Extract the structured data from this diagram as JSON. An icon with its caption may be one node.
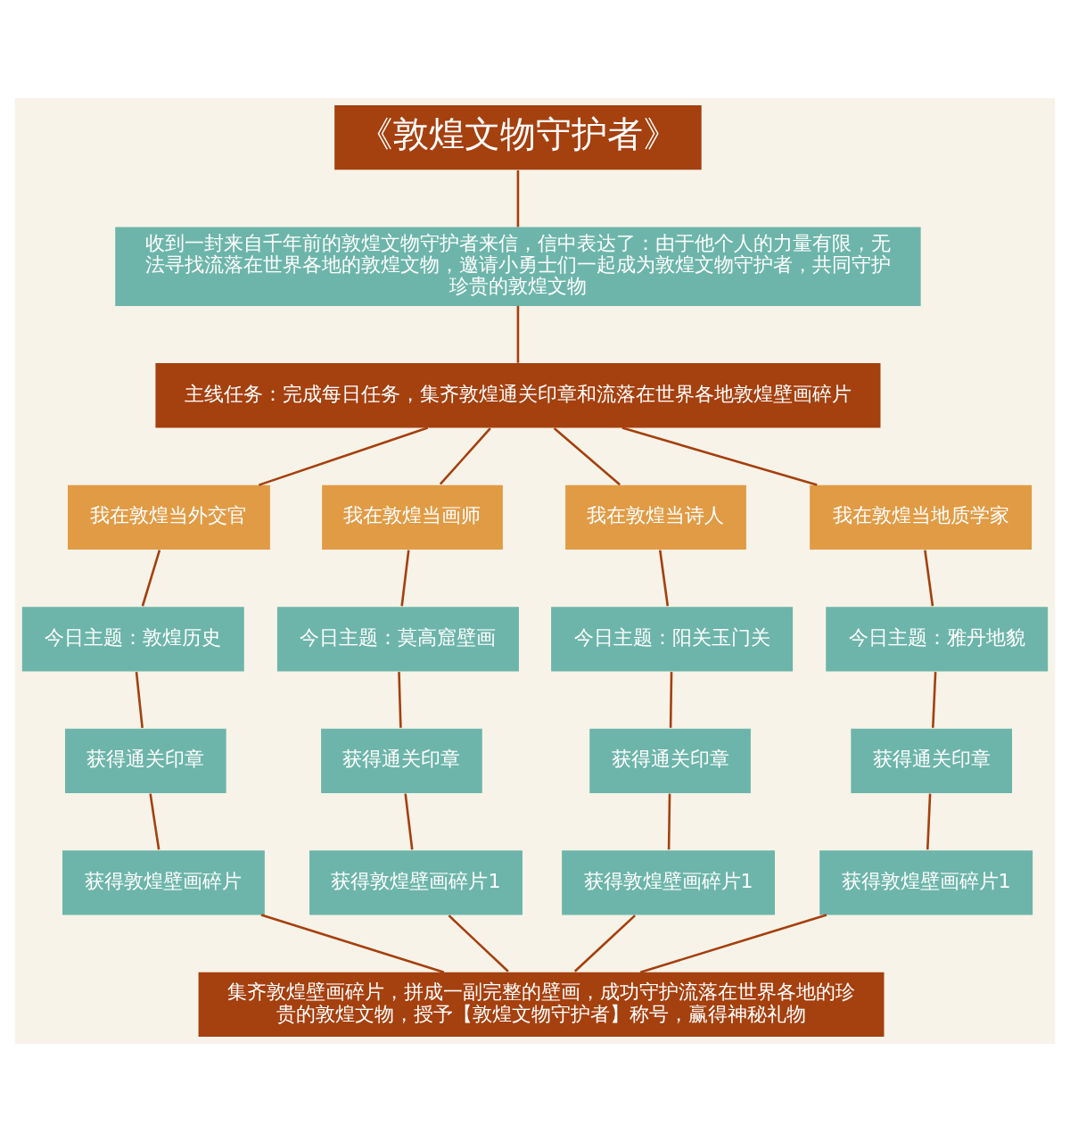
{
  "diagram": {
    "nodes": [
      {
        "text": [
          "《敦煌文物守护者》"
        ]
      },
      {
        "text": [
          "收到一封来自千年前的敦煌文物守护者来信，信中表达了：由于他个人的力量有限，无法寻找流落在世界各地的敦煌文物，邀请小勇士们一起成为敦煌文物守护者，共同守护珍贵的敦煌文物"
        ]
      },
      {
        "text": [
          "主线任务：完成每日任务，集齐敦煌通关印章和流落在世界各地敦煌壁画碎片"
        ]
      },
      {
        "text": [
          "我在敦煌当外交官"
        ]
      },
      {
        "text": [
          "我在敦煌当画师"
        ]
      },
      {
        "text": [
          "我在敦煌当诗人"
        ]
      },
      {
        "text": [
          "我在敦煌当地质学家"
        ]
      },
      {
        "text": [
          "今日主题：敦煌历史"
        ]
      },
      {
        "text": [
          "今日主题：莫高窟壁画"
        ]
      },
      {
        "text": [
          "今日主题：阳关玉门关"
        ]
      },
      {
        "text": [
          "今日主题：雅丹地貌"
        ]
      },
      {
        "text": [
          "获得通关印章"
        ]
      },
      {
        "text": [
          "获得通关印章"
        ]
      },
      {
        "text": [
          "获得通关印章"
        ]
      },
      {
        "text": [
          "获得通关印章"
        ]
      },
      {
        "text": [
          "获得敦煌壁画碎片"
        ]
      },
      {
        "text": [
          "获得敦煌壁画碎片1"
        ]
      },
      {
        "text": [
          "获得敦煌壁画碎片1"
        ]
      },
      {
        "text": [
          "获得敦煌壁画碎片1"
        ]
      },
      {
        "text": [
          "集齐敦煌壁画碎片，拼成一副完整的壁画，成功守护流落在世界各地的珍贵的敦煌文物，授予【敦煌文物守护者】称号，赢得神秘礼物"
        ]
      }
    ],
    "edges": [
      {
        "from": 0,
        "to": 1,
        "arrow": "none"
      },
      {
        "from": 1,
        "to": 2,
        "arrow": "none"
      },
      {
        "from": 2,
        "to": 3,
        "arrow": "none"
      },
      {
        "from": 2,
        "to": 4,
        "arrow": "none"
      },
      {
        "from": 2,
        "to": 5,
        "arrow": "none"
      },
      {
        "from": 2,
        "to": 6,
        "arrow": "none"
      },
      {
        "from": 3,
        "to": 7,
        "arrow": "none"
      },
      {
        "from": 4,
        "to": 8,
        "arrow": "none"
      },
      {
        "from": 5,
        "to": 9,
        "arrow": "none"
      },
      {
        "from": 6,
        "to": 10,
        "arrow": "none"
      },
      {
        "from": 7,
        "to": 11,
        "arrow": "none"
      },
      {
        "from": 8,
        "to": 12,
        "arrow": "none"
      },
      {
        "from": 9,
        "to": 13,
        "arrow": "none"
      },
      {
        "from": 10,
        "to": 14,
        "arrow": "none"
      },
      {
        "from": 11,
        "to": 15,
        "arrow": "none"
      },
      {
        "from": 12,
        "to": 16,
        "arrow": "none"
      },
      {
        "from": 13,
        "to": 17,
        "arrow": "none"
      },
      {
        "from": 14,
        "to": 18,
        "arrow": "none"
      },
      {
        "from": 15,
        "to": 19,
        "arrow": "none"
      },
      {
        "from": 16,
        "to": 19,
        "arrow": "none"
      },
      {
        "from": 17,
        "to": 19,
        "arrow": "none"
      },
      {
        "from": 18,
        "to": 19,
        "arrow": "none"
      }
    ]
  }
}
